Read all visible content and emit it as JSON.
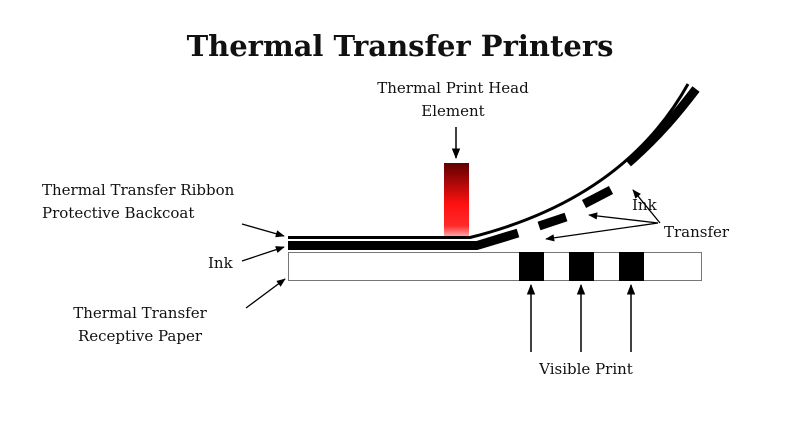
{
  "title": "Thermal Transfer Printers",
  "labels": {
    "print_head_line1": "Thermal Print Head",
    "print_head_line2": "Element",
    "ribbon_line1": "Thermal Transfer Ribbon",
    "ribbon_line2": "Protective Backcoat",
    "ink": "Ink",
    "paper_line1": "Thermal Transfer",
    "paper_line2": "Receptive Paper",
    "ink_transfer_line1": "Ink",
    "ink_transfer_line2": "Transfer",
    "visible_print": "Visible Print"
  },
  "colors": {
    "ink": "#000000",
    "head_dark": "#6a0000",
    "head_bright": "#ff1a1a"
  }
}
